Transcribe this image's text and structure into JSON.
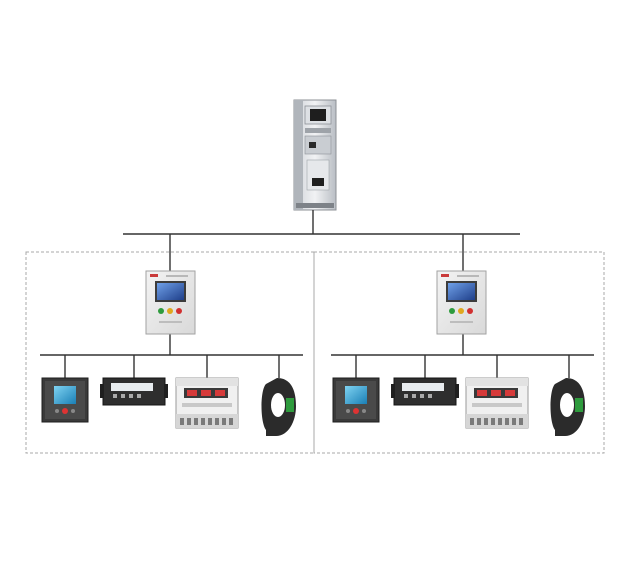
{
  "diagram": {
    "type": "network-topology",
    "bus_color": "#333333",
    "group_border_color": "#a8a8a8",
    "top_device": {
      "name": "server-cabinet",
      "icon": "cabinet-icon"
    },
    "groups": [
      {
        "controller": {
          "name": "wall-mounted-monitoring-host",
          "icon": "control-box-icon",
          "screen_color": "#2f5fb8"
        },
        "devices": [
          {
            "name": "panel-meter",
            "icon": "panel-meter-icon",
            "screen_color": "#2fa6d9"
          },
          {
            "name": "din-rail-meter",
            "icon": "din-meter-icon"
          },
          {
            "name": "multi-channel-meter",
            "icon": "multi-channel-meter-icon",
            "accent": "#d63a3a"
          },
          {
            "name": "current-transformer",
            "icon": "current-transformer-icon"
          }
        ]
      },
      {
        "controller": {
          "name": "wall-mounted-monitoring-host",
          "icon": "control-box-icon",
          "screen_color": "#2f5fb8"
        },
        "devices": [
          {
            "name": "panel-meter",
            "icon": "panel-meter-icon",
            "screen_color": "#2fa6d9"
          },
          {
            "name": "din-rail-meter",
            "icon": "din-meter-icon"
          },
          {
            "name": "multi-channel-meter",
            "icon": "multi-channel-meter-icon",
            "accent": "#d63a3a"
          },
          {
            "name": "current-transformer",
            "icon": "current-transformer-icon"
          }
        ]
      }
    ]
  }
}
